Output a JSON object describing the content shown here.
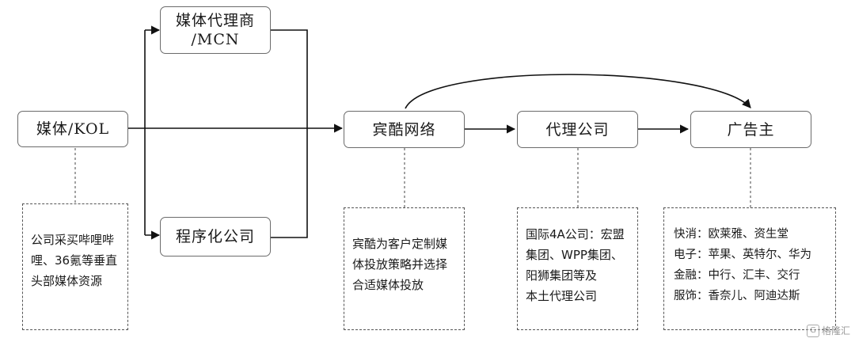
{
  "nodes": {
    "media_kol": "媒体/KOL",
    "agency_mcn_line1": "媒体代理商",
    "agency_mcn_line2": "/MCN",
    "programmatic": "程序化公司",
    "binku": "宾酷网络",
    "agency": "代理公司",
    "advertiser": "广告主"
  },
  "notes": {
    "media_kol": [
      "公司采买哔哩哔",
      "哩、36氪等垂直",
      "头部媒体资源"
    ],
    "binku": [
      "宾酷为客户定制媒",
      "体投放策略并选择",
      "合适媒体投放"
    ],
    "agency": [
      "国际4A公司：宏盟",
      "集团、WPP集团、",
      "阳狮集团等及",
      "本土代理公司"
    ],
    "advertiser": [
      "快消：欧莱雅、资生堂",
      "电子：苹果、英特尔、华为",
      "金融：中行、汇丰、交行",
      "服饰：香奈儿、阿迪达斯"
    ]
  },
  "watermark": {
    "icon": "G",
    "text": "格隆汇"
  }
}
